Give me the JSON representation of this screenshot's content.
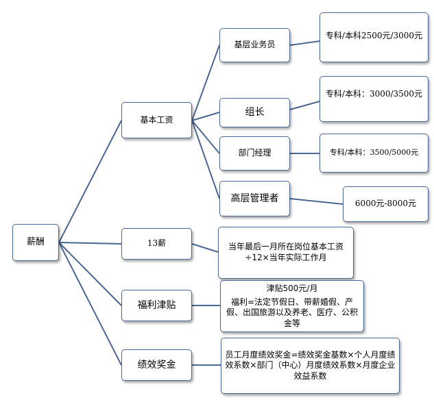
{
  "diagram": {
    "root": {
      "label": "薪酬"
    },
    "branches": [
      {
        "key": "basic_salary",
        "label": "基本工资",
        "children": [
          {
            "label": "基层业务员",
            "detail": "专科/本科2500元/3000元"
          },
          {
            "label": "组长",
            "detail": "专科/本科：3000/3500元"
          },
          {
            "label": "部门经理",
            "detail": "专科/本科：3500/5000元"
          },
          {
            "label": "高层管理者",
            "detail": "6000元-8000元"
          }
        ]
      },
      {
        "key": "thirteenth_salary",
        "label": "13薪",
        "detail": "当年最后一月所在岗位基本工资÷12×当年实际工作月"
      },
      {
        "key": "welfare",
        "label": "福利津贴",
        "detail_line1": "津贴500元/月",
        "detail_line2": "福利=法定节假日、带薪婚假、产假、出国旅游以及养老、医疗、公积金等"
      },
      {
        "key": "bonus",
        "label": "绩效奖金",
        "detail": "员工月度绩效奖金=绩效奖金基数×个人月度绩效系数×部门（中心）月度绩效系数×月度企业效益系数"
      }
    ]
  },
  "colors": {
    "connector": "#4a6794",
    "border": "#4a6794",
    "background": "#ffffff",
    "text": "#000000"
  }
}
